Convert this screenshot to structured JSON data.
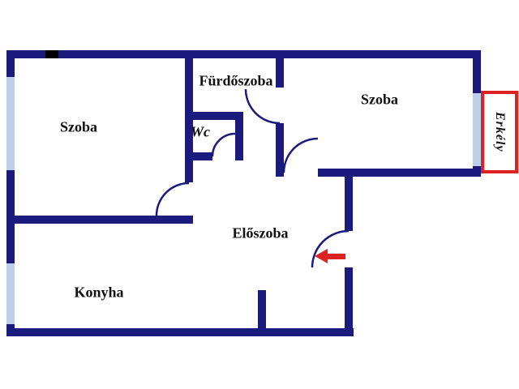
{
  "floorplan": {
    "title": "apartment-floor-plan",
    "rooms": [
      {
        "id": "szoba-left",
        "label": "Szoba"
      },
      {
        "id": "furdoszoba",
        "label": "Fürdőszoba"
      },
      {
        "id": "wc",
        "label": "Wc"
      },
      {
        "id": "szoba-right",
        "label": "Szoba"
      },
      {
        "id": "eloszoba",
        "label": "Előszoba"
      },
      {
        "id": "konyha",
        "label": "Konyha"
      },
      {
        "id": "erkely",
        "label": "Erkély"
      }
    ],
    "colors": {
      "wall": "#1b1b7e",
      "window": "#bcd0ea",
      "balcony_outline": "#dd2222",
      "entrance_arrow": "#dd2222",
      "background": "#ffffff",
      "text": "#111111"
    },
    "symbols": {
      "entrance_arrow_direction": "left"
    }
  }
}
